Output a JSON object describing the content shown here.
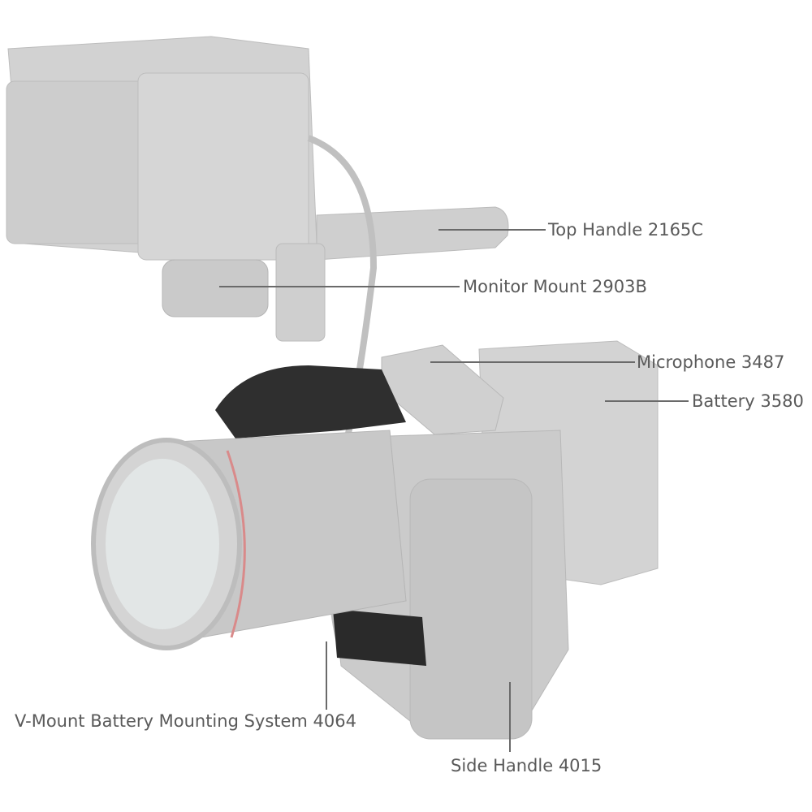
{
  "callouts": {
    "top_handle": "Top Handle 2165C",
    "monitor_mount": "Monitor Mount 2903B",
    "microphone": "Microphone 3487",
    "battery": "Battery 3580",
    "vmount": "V-Mount Battery Mounting System 4064",
    "side_handle": "Side Handle 4015"
  },
  "colors": {
    "text": "#5a5a5a",
    "leader": "#6a6a6a",
    "product": "#c9c9c9",
    "highlight": "#2a2a2a"
  }
}
